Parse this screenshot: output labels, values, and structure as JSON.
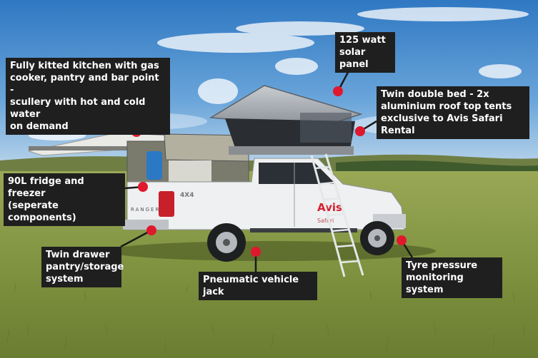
{
  "callouts": {
    "kitchen": {
      "lines": [
        "Fully kitted kitchen with gas",
        "cooker, pantry and bar point -",
        "scullery with hot and cold water",
        "on demand"
      ]
    },
    "solar": {
      "lines": [
        "125 watt",
        "solar panel"
      ]
    },
    "tents": {
      "lines": [
        "Twin double bed - 2x",
        "aluminium roof top tents",
        "exclusive to Avis Safari Rental"
      ]
    },
    "fridge": {
      "lines": [
        "90L fridge and freezer",
        "(seperate components)"
      ]
    },
    "drawer": {
      "lines": [
        "Twin drawer",
        "pantry/storage",
        "system"
      ]
    },
    "jack": {
      "lines": [
        "Pneumatic vehicle jack"
      ]
    },
    "tyre": {
      "lines": [
        "Tyre pressure",
        "monitoring system"
      ]
    }
  },
  "vehicle": {
    "grille_model": "RANGER",
    "badge": "4X4",
    "door_brand": "Avis",
    "door_sub": "Safari"
  },
  "colors": {
    "marker": "#e0182d",
    "label_bg": "#1f1f1f",
    "label_text": "#ffffff",
    "sky": "#3d84c9",
    "grass": "#8a9a45"
  }
}
